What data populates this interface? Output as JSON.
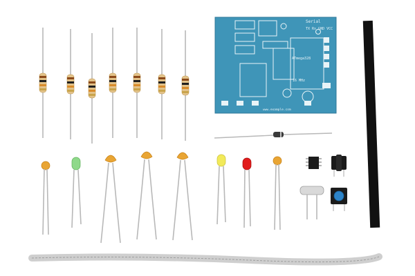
{
  "photo": {
    "background": "#ffffff",
    "pcb": {
      "color": "#3f95b8",
      "silk_color": "#e8f3f7",
      "labels": {
        "title_top": "Serial",
        "row_top_right": "TX Rx GND VCC",
        "ic_label": "ATmega328",
        "crystal_label": "16 MHz",
        "footer": "www.example.com"
      }
    },
    "components": {
      "resistor_count": 7,
      "resistor_band_colors": [
        "#8b4a1a",
        "#1f1f1f",
        "#d98c2b",
        "#c9a44c"
      ],
      "capacitor_color": "#e9a534",
      "led_colors": {
        "green": "#8fd98a",
        "yellow": "#f2ea5a",
        "red": "#e11c1c"
      },
      "diode_color": "#3a3a3a",
      "ic_color": "#1c1c1c",
      "button_colors": {
        "black": "#1b1b1b",
        "blue": "#2d84c9"
      },
      "header_pin_color": "#111111",
      "ribbon_color": "#cfcfcf"
    }
  }
}
